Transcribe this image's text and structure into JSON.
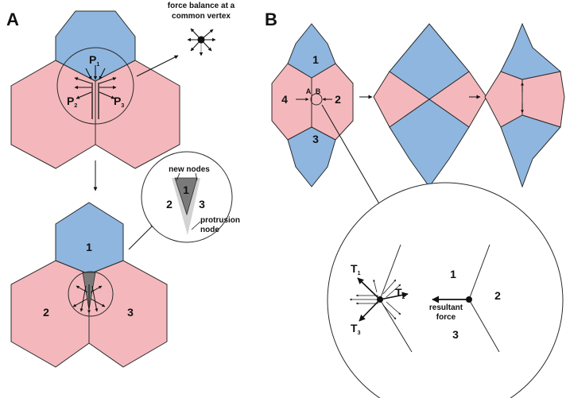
{
  "colors": {
    "blue": "#8fb6df",
    "pink": "#f4b8bc",
    "stroke": "#2b2b2b",
    "dark_gray": "#7a7a7a",
    "light_gray": "#d2d2d2"
  },
  "panel_a": {
    "label": "A",
    "force_balance_note": [
      "force balance at a",
      "common vertex"
    ],
    "forces": {
      "p1": "P",
      "p1_sub": "1",
      "p2": "P",
      "p2_sub": "2",
      "p3": "P",
      "p3_sub": "3"
    },
    "cells": [
      "1",
      "2",
      "3"
    ],
    "inset": {
      "new_nodes": "new nodes",
      "protrusion": [
        "protrusion",
        "node"
      ],
      "cells": [
        "1",
        "2",
        "3"
      ]
    }
  },
  "panel_b": {
    "label": "B",
    "cells": [
      "1",
      "2",
      "3",
      "4"
    ],
    "vertex_labels": [
      "A",
      "B"
    ],
    "inset": {
      "t1": "T",
      "t1_sub": "1",
      "t2": "T",
      "t2_sub": "2",
      "t3": "T",
      "t3_sub": "3",
      "cells": [
        "1",
        "2",
        "3"
      ],
      "resultant": [
        "resultant",
        "force"
      ]
    }
  }
}
